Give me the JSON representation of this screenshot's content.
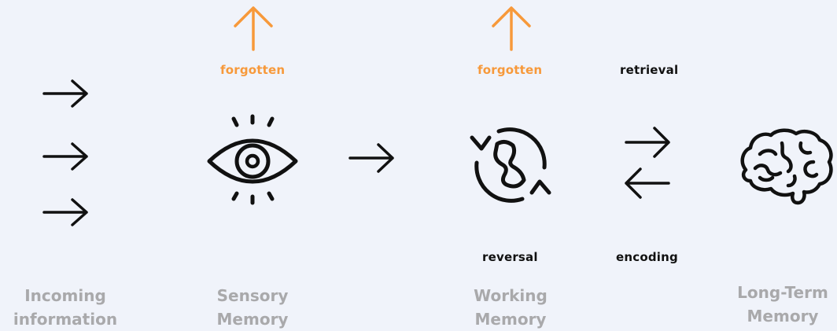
{
  "colors": {
    "background": "#f0f3fa",
    "accent_orange": "#f7993a",
    "icon_black": "#111111",
    "stage_label_gray": "#a9a9ab"
  },
  "icons": {
    "incoming_arrows": "arrow-right-icon",
    "forgotten_arrow": "arrow-up-icon",
    "sensory": "eye-icon",
    "working": "cycle-hourglass-icon",
    "exchange": "arrows-exchange-icon",
    "long_term": "brain-icon"
  },
  "labels": {
    "sensory_forgotten": "forgotten",
    "working_forgotten": "forgotten",
    "retrieval": "retrieval",
    "reversal": "reversal",
    "encoding": "encoding"
  },
  "stages": {
    "incoming": {
      "line1": "Incoming",
      "line2": "information"
    },
    "sensory": {
      "line1": "Sensory",
      "line2": "Memory"
    },
    "working": {
      "line1": "Working",
      "line2": "Memory"
    },
    "long_term": {
      "line1": "Long-Term",
      "line2": "Memory"
    }
  }
}
